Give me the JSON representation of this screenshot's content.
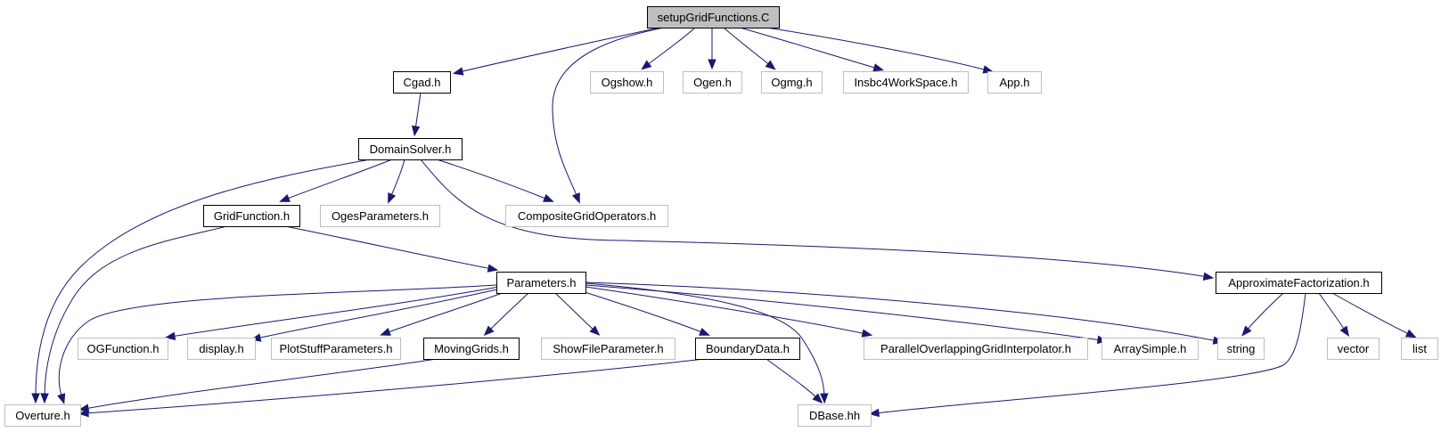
{
  "graph": {
    "colors": {
      "root_fill": "#bfbfbf",
      "documented_border": "#000000",
      "external_border": "#bfbfbf",
      "edge": "#191970"
    },
    "nodes": [
      {
        "id": "setupGridFunctions_C",
        "label": "setupGridFunctions.C",
        "kind": "root"
      },
      {
        "id": "Cgad_h",
        "label": "Cgad.h",
        "kind": "documented"
      },
      {
        "id": "Ogshow_h",
        "label": "Ogshow.h",
        "kind": "external"
      },
      {
        "id": "Ogen_h",
        "label": "Ogen.h",
        "kind": "external"
      },
      {
        "id": "Ogmg_h",
        "label": "Ogmg.h",
        "kind": "external"
      },
      {
        "id": "Insbc4WorkSpace_h",
        "label": "Insbc4WorkSpace.h",
        "kind": "external"
      },
      {
        "id": "App_h",
        "label": "App.h",
        "kind": "external"
      },
      {
        "id": "DomainSolver_h",
        "label": "DomainSolver.h",
        "kind": "documented"
      },
      {
        "id": "GridFunction_h",
        "label": "GridFunction.h",
        "kind": "documented"
      },
      {
        "id": "OgesParameters_h",
        "label": "OgesParameters.h",
        "kind": "external"
      },
      {
        "id": "CompositeGridOperators_h",
        "label": "CompositeGridOperators.h",
        "kind": "external"
      },
      {
        "id": "Parameters_h",
        "label": "Parameters.h",
        "kind": "documented"
      },
      {
        "id": "ApproximateFactorization_h",
        "label": "ApproximateFactorization.h",
        "kind": "documented"
      },
      {
        "id": "OGFunction_h",
        "label": "OGFunction.h",
        "kind": "external"
      },
      {
        "id": "display_h",
        "label": "display.h",
        "kind": "external"
      },
      {
        "id": "PlotStuffParameters_h",
        "label": "PlotStuffParameters.h",
        "kind": "external"
      },
      {
        "id": "MovingGrids_h",
        "label": "MovingGrids.h",
        "kind": "documented"
      },
      {
        "id": "ShowFileParameter_h",
        "label": "ShowFileParameter.h",
        "kind": "external"
      },
      {
        "id": "BoundaryData_h",
        "label": "BoundaryData.h",
        "kind": "documented"
      },
      {
        "id": "ParallelOverlappingGridInterpolator_h",
        "label": "ParallelOverlappingGridInterpolator.h",
        "kind": "external"
      },
      {
        "id": "ArraySimple_h",
        "label": "ArraySimple.h",
        "kind": "external"
      },
      {
        "id": "string",
        "label": "string",
        "kind": "external"
      },
      {
        "id": "vector",
        "label": "vector",
        "kind": "external"
      },
      {
        "id": "list",
        "label": "list",
        "kind": "external"
      },
      {
        "id": "Overture_h",
        "label": "Overture.h",
        "kind": "external"
      },
      {
        "id": "DBase_hh",
        "label": "DBase.hh",
        "kind": "external"
      }
    ],
    "edges": [
      {
        "from": "setupGridFunctions_C",
        "to": "Cgad_h"
      },
      {
        "from": "setupGridFunctions_C",
        "to": "CompositeGridOperators_h"
      },
      {
        "from": "setupGridFunctions_C",
        "to": "Ogshow_h"
      },
      {
        "from": "setupGridFunctions_C",
        "to": "Ogen_h"
      },
      {
        "from": "setupGridFunctions_C",
        "to": "Ogmg_h"
      },
      {
        "from": "setupGridFunctions_C",
        "to": "Insbc4WorkSpace_h"
      },
      {
        "from": "setupGridFunctions_C",
        "to": "App_h"
      },
      {
        "from": "Cgad_h",
        "to": "DomainSolver_h"
      },
      {
        "from": "DomainSolver_h",
        "to": "Overture_h"
      },
      {
        "from": "DomainSolver_h",
        "to": "GridFunction_h"
      },
      {
        "from": "DomainSolver_h",
        "to": "OgesParameters_h"
      },
      {
        "from": "DomainSolver_h",
        "to": "CompositeGridOperators_h"
      },
      {
        "from": "DomainSolver_h",
        "to": "ApproximateFactorization_h"
      },
      {
        "from": "GridFunction_h",
        "to": "Overture_h"
      },
      {
        "from": "GridFunction_h",
        "to": "Parameters_h"
      },
      {
        "from": "Parameters_h",
        "to": "Overture_h"
      },
      {
        "from": "Parameters_h",
        "to": "OGFunction_h"
      },
      {
        "from": "Parameters_h",
        "to": "display_h"
      },
      {
        "from": "Parameters_h",
        "to": "PlotStuffParameters_h"
      },
      {
        "from": "Parameters_h",
        "to": "MovingGrids_h"
      },
      {
        "from": "Parameters_h",
        "to": "ShowFileParameter_h"
      },
      {
        "from": "Parameters_h",
        "to": "BoundaryData_h"
      },
      {
        "from": "Parameters_h",
        "to": "DBase_hh"
      },
      {
        "from": "Parameters_h",
        "to": "ParallelOverlappingGridInterpolator_h"
      },
      {
        "from": "Parameters_h",
        "to": "ArraySimple_h"
      },
      {
        "from": "Parameters_h",
        "to": "string"
      },
      {
        "from": "MovingGrids_h",
        "to": "Overture_h"
      },
      {
        "from": "BoundaryData_h",
        "to": "Overture_h"
      },
      {
        "from": "BoundaryData_h",
        "to": "DBase_hh"
      },
      {
        "from": "ApproximateFactorization_h",
        "to": "string"
      },
      {
        "from": "ApproximateFactorization_h",
        "to": "DBase_hh"
      },
      {
        "from": "ApproximateFactorization_h",
        "to": "vector"
      },
      {
        "from": "ApproximateFactorization_h",
        "to": "list"
      }
    ]
  }
}
